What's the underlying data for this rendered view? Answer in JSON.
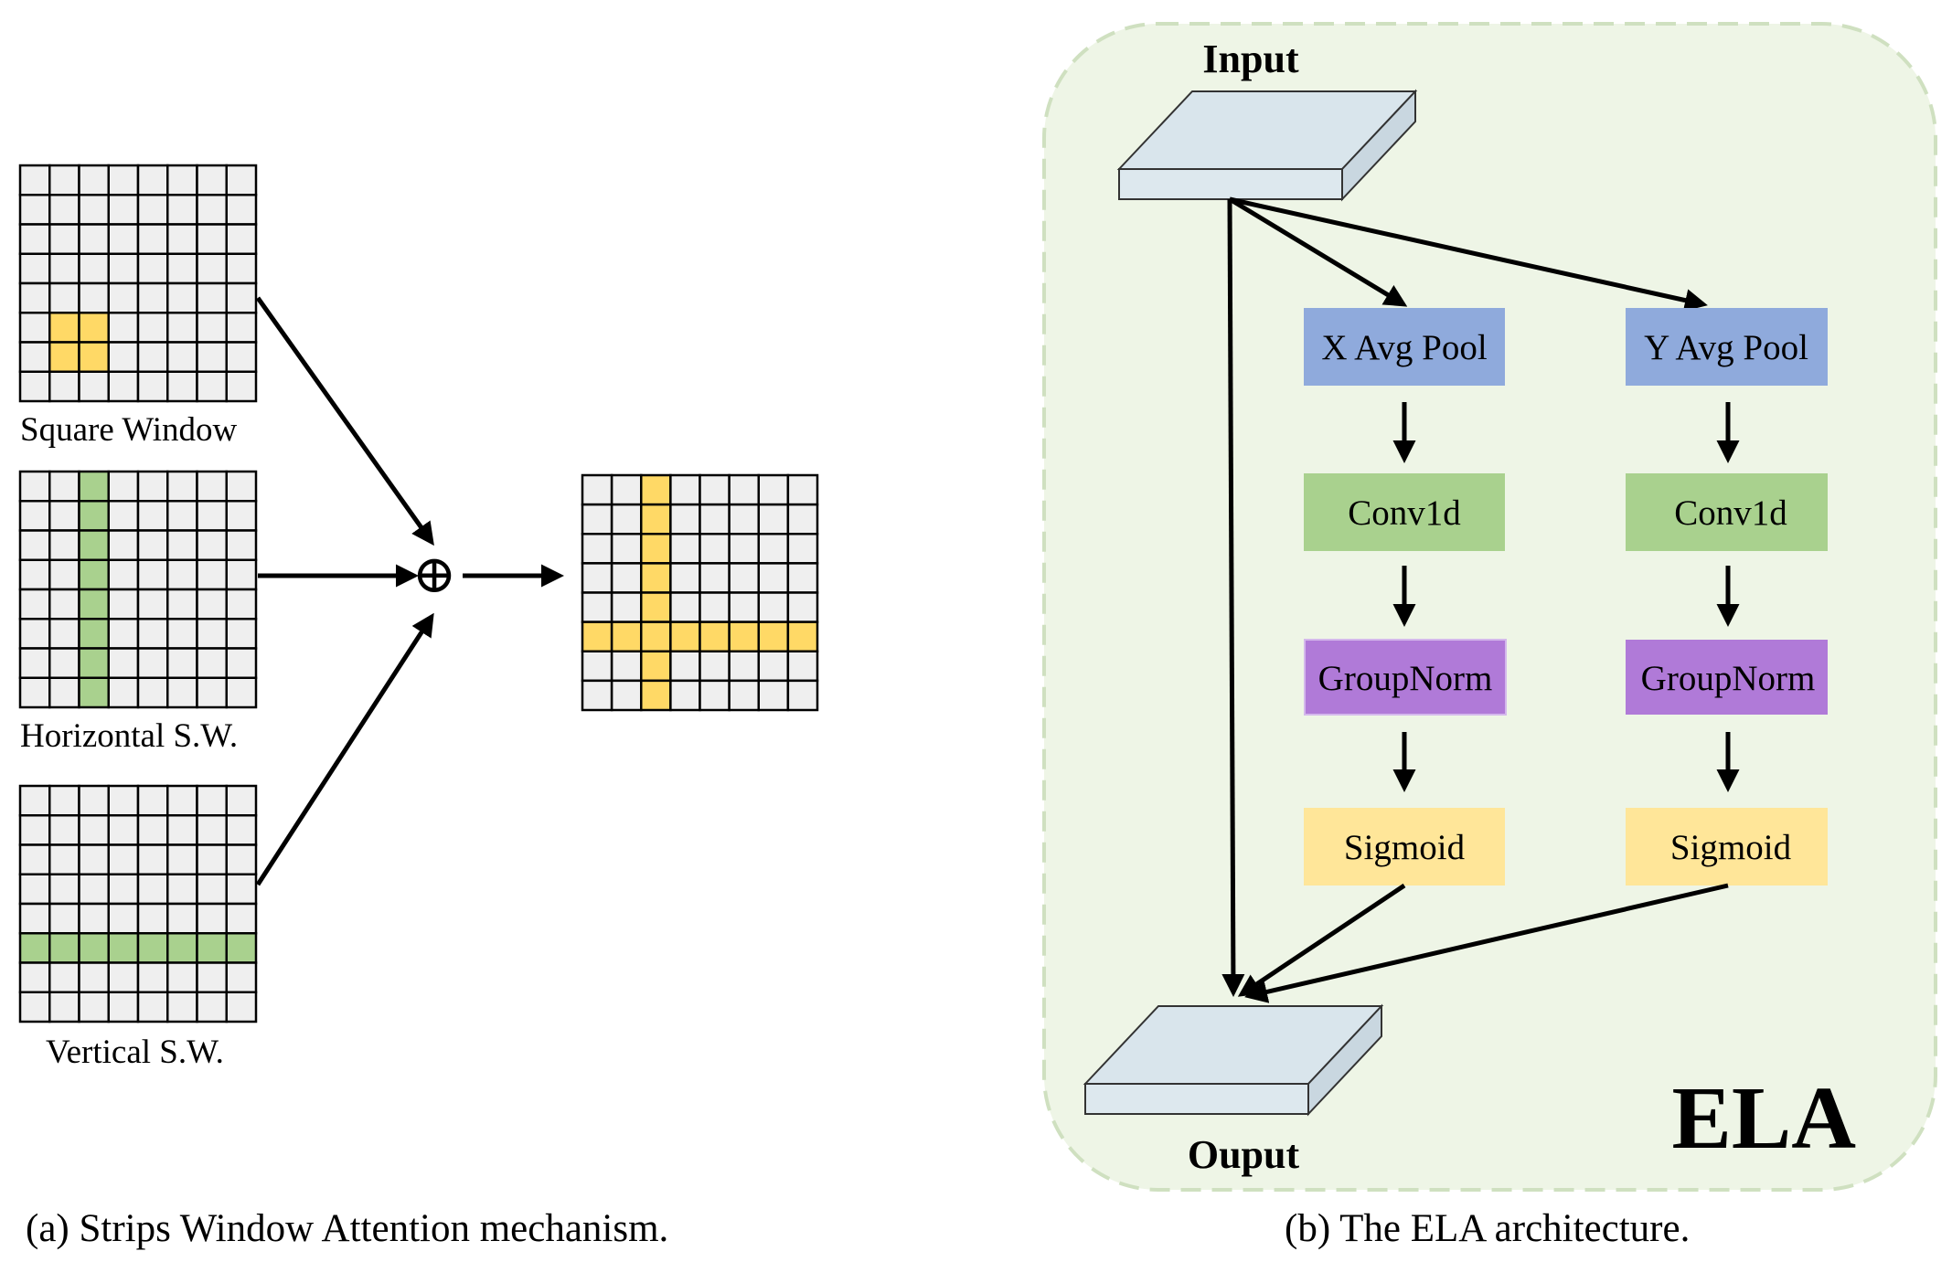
{
  "panel_a": {
    "grids": [
      {
        "label": "Square Window",
        "highlight": "square",
        "color": "#ffd966"
      },
      {
        "label": "Horizontal S.W.",
        "highlight": "column",
        "color": "#a9d18e"
      },
      {
        "label": "Vertical S.W.",
        "highlight": "row",
        "color": "#a9d18e"
      }
    ],
    "combine_symbol": "⊕",
    "result_highlight": "cross",
    "result_color": "#ffd966",
    "caption": "(a) Strips Window Attention mechanism."
  },
  "panel_b": {
    "input_label": "Input",
    "output_label": "Ouput",
    "branches": [
      {
        "pool": "X Avg Pool",
        "conv": "Conv1d",
        "norm": "GroupNorm",
        "act": "Sigmoid"
      },
      {
        "pool": "Y Avg Pool",
        "conv": "Conv1d",
        "norm": "GroupNorm",
        "act": "Sigmoid"
      }
    ],
    "watermark": "ELA",
    "caption": "(b) The ELA  architecture."
  },
  "colors": {
    "grid_cell": "#efefef",
    "yellow": "#ffd966",
    "green": "#a9d18e",
    "pool": "#8faadc",
    "conv": "#a9d18e",
    "norm": "#b07ad8",
    "act": "#ffe699",
    "slab_top": "#d9e5ec",
    "slab_front": "#dde8ee",
    "panel_bg": "#eef5e6",
    "panel_border": "#cfe0c0"
  }
}
